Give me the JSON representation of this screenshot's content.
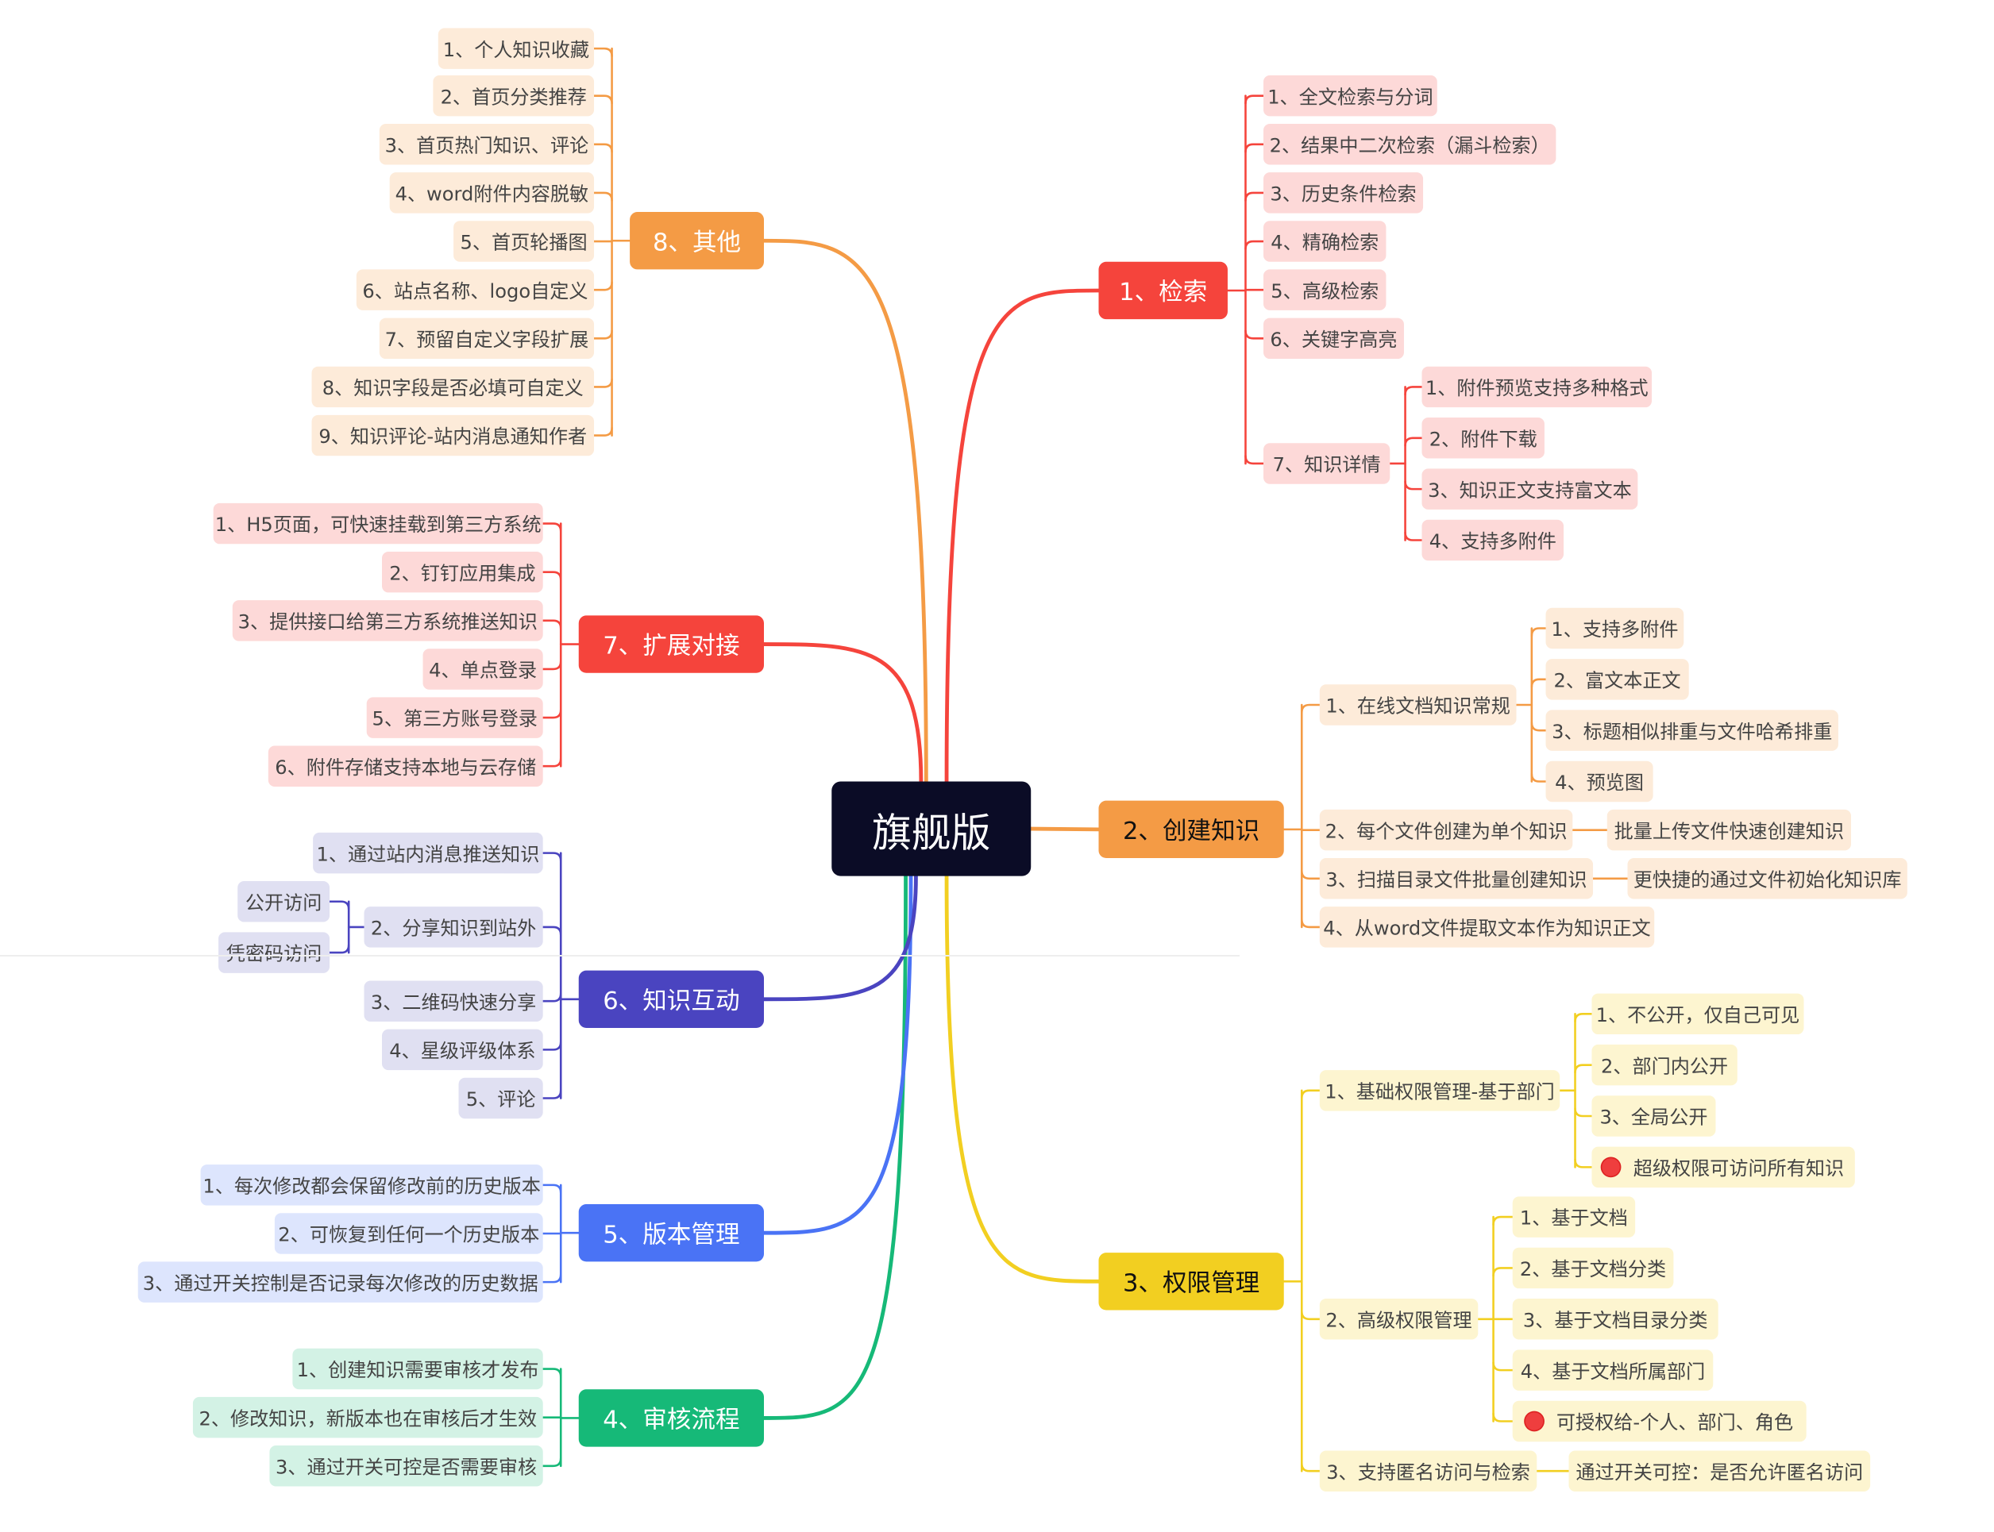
{
  "root": {
    "label": "旗舰版"
  },
  "branches": [
    {
      "id": "b1",
      "label": "1、检索",
      "color": "#f5443c",
      "bg": "#f5443c",
      "tint": "#fdd9d8",
      "children": [
        {
          "label": "1、全文检索与分词"
        },
        {
          "label": "2、结果中二次检索（漏斗检索）"
        },
        {
          "label": "3、历史条件检索"
        },
        {
          "label": "4、精确检索"
        },
        {
          "label": "5、高级检索"
        },
        {
          "label": "6、关键字高亮"
        },
        {
          "label": "7、知识详情",
          "children": [
            {
              "label": "1、附件预览支持多种格式"
            },
            {
              "label": "2、附件下载"
            },
            {
              "label": "3、知识正文支持富文本"
            },
            {
              "label": "4、支持多附件"
            }
          ]
        }
      ]
    },
    {
      "id": "b2",
      "label": "2、创建知识",
      "color": "#f49b45",
      "bg": "#f49b45",
      "tint": "#fdebd9",
      "children": [
        {
          "label": "1、在线文档知识常规",
          "children": [
            {
              "label": "1、支持多附件"
            },
            {
              "label": "2、富文本正文"
            },
            {
              "label": "3、标题相似排重与文件哈希排重"
            },
            {
              "label": "4、预览图"
            }
          ]
        },
        {
          "label": "2、每个文件创建为单个知识",
          "children": [
            {
              "label": "批量上传文件快速创建知识"
            }
          ]
        },
        {
          "label": "3、扫描目录文件批量创建知识",
          "children": [
            {
              "label": "更快捷的通过文件初始化知识库"
            }
          ]
        },
        {
          "label": "4、从word文件提取文本作为知识正文"
        }
      ]
    },
    {
      "id": "b3",
      "label": "3、权限管理",
      "color": "#f2cf21",
      "bg": "#f2cf21",
      "tint": "#fdf5d0",
      "children": [
        {
          "label": "1、基础权限管理-基于部门",
          "children": [
            {
              "label": "1、不公开，仅自己可见"
            },
            {
              "label": "2、部门内公开"
            },
            {
              "label": "3、全局公开"
            },
            {
              "label": "超级权限可访问所有知识",
              "marker": "red-dot"
            }
          ]
        },
        {
          "label": "2、高级权限管理",
          "children": [
            {
              "label": "1、基于文档"
            },
            {
              "label": "2、基于文档分类"
            },
            {
              "label": "3、基于文档目录分类"
            },
            {
              "label": "4、基于文档所属部门"
            },
            {
              "label": "可授权给-个人、部门、角色",
              "marker": "red-dot"
            }
          ]
        },
        {
          "label": "3、支持匿名访问与检索",
          "children": [
            {
              "label": "通过开关可控：是否允许匿名访问"
            }
          ]
        }
      ]
    },
    {
      "id": "b4",
      "label": "4、审核流程",
      "color": "#16b978",
      "bg": "#16b978",
      "tint": "#d3f2e5",
      "children": [
        {
          "label": "1、创建知识需要审核才发布"
        },
        {
          "label": "2、修改知识，新版本也在审核后才生效"
        },
        {
          "label": "3、通过开关可控是否需要审核"
        }
      ]
    },
    {
      "id": "b5",
      "label": "5、版本管理",
      "color": "#4a73f5",
      "bg": "#4a73f5",
      "tint": "#dde5fd",
      "children": [
        {
          "label": "1、每次修改都会保留修改前的历史版本"
        },
        {
          "label": "2、可恢复到任何一个历史版本"
        },
        {
          "label": "3、通过开关控制是否记录每次修改的历史数据"
        }
      ]
    },
    {
      "id": "b6",
      "label": "6、知识互动",
      "color": "#4a44c0",
      "bg": "#4a44c0",
      "tint": "#e0e0f2",
      "children": [
        {
          "label": "1、通过站内消息推送知识"
        },
        {
          "label": "2、分享知识到站外",
          "children": [
            {
              "label": "公开访问"
            },
            {
              "label": "凭密码访问"
            }
          ]
        },
        {
          "label": "3、二维码快速分享"
        },
        {
          "label": "4、星级评级体系"
        },
        {
          "label": "5、评论"
        }
      ]
    },
    {
      "id": "b7",
      "label": "7、扩展对接",
      "color": "#f5443c",
      "bg": "#f5443c",
      "tint": "#fdd9d8",
      "children": [
        {
          "label": "1、H5页面，可快速挂载到第三方系统"
        },
        {
          "label": "2、钉钉应用集成"
        },
        {
          "label": "3、提供接口给第三方系统推送知识"
        },
        {
          "label": "4、单点登录"
        },
        {
          "label": "5、第三方账号登录"
        },
        {
          "label": "6、附件存储支持本地与云存储"
        }
      ]
    },
    {
      "id": "b8",
      "label": "8、其他",
      "color": "#f49b45",
      "bg": "#f49b45",
      "tint": "#fdebd9",
      "children": [
        {
          "label": "1、个人知识收藏"
        },
        {
          "label": "2、首页分类推荐"
        },
        {
          "label": "3、首页热门知识、评论"
        },
        {
          "label": "4、word附件内容脱敏"
        },
        {
          "label": "5、首页轮播图"
        },
        {
          "label": "6、站点名称、logo自定义"
        },
        {
          "label": "7、预留自定义字段扩展"
        },
        {
          "label": "8、知识字段是否必填可自定义"
        },
        {
          "label": "9、知识评论-站内消息通知作者"
        }
      ]
    }
  ]
}
